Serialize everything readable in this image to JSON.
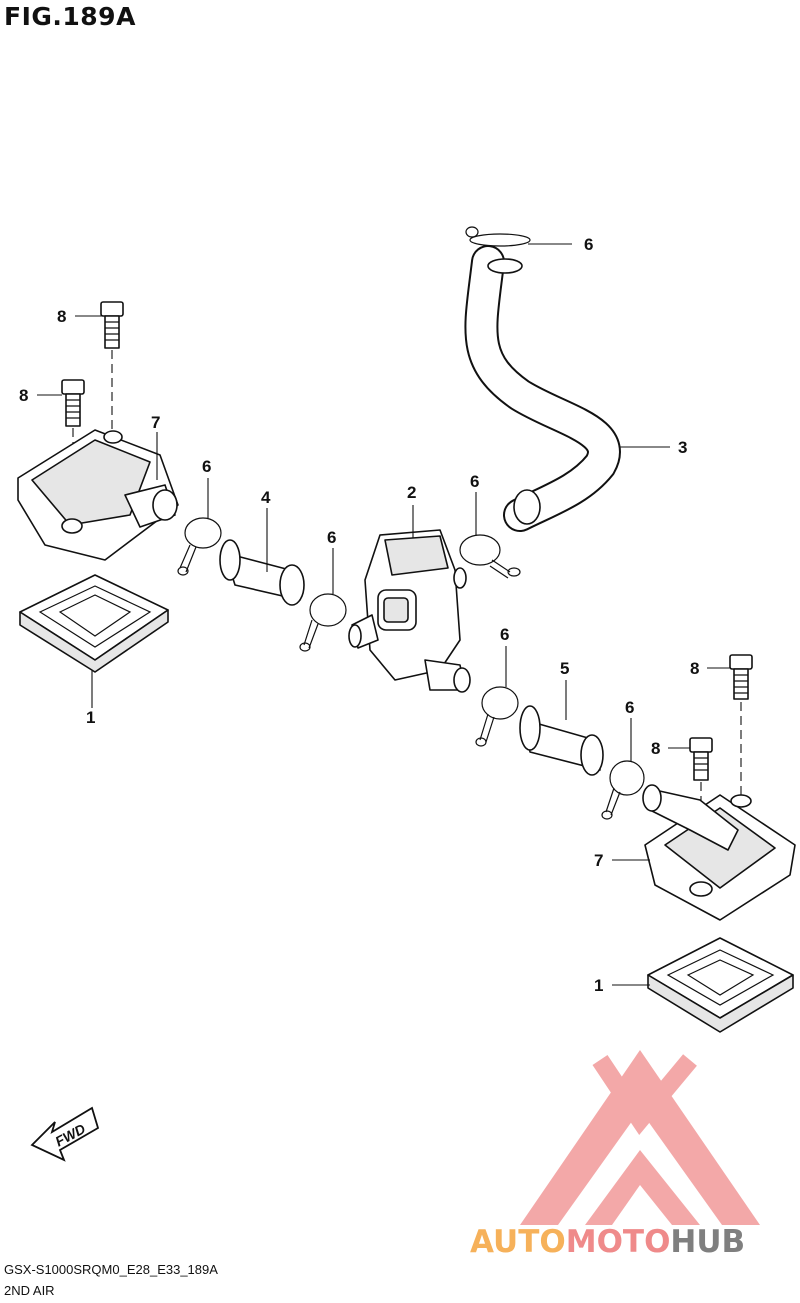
{
  "figure": {
    "title": "FIG.189A",
    "model_code": "GSX-S1000SRQM0_E28_E33_189A",
    "section_name": "2ND AIR"
  },
  "fwd_badge": {
    "text": "FWD",
    "icon": "fwd-arrow-icon"
  },
  "watermark": {
    "brand_parts": [
      "AUTO",
      "MOTO",
      "HUB"
    ],
    "colors": {
      "auto": "#f6b15a",
      "moto": "#ef8a8a",
      "hub": "#7f7f7f",
      "logo": "#f08a8a"
    },
    "icon": "automotohub-logo-icon"
  },
  "callouts": [
    {
      "id": "c-6-top",
      "label": "6"
    },
    {
      "id": "c-8-a",
      "label": "8"
    },
    {
      "id": "c-8-b",
      "label": "8"
    },
    {
      "id": "c-7-left",
      "label": "7"
    },
    {
      "id": "c-3",
      "label": "3"
    },
    {
      "id": "c-6-a",
      "label": "6"
    },
    {
      "id": "c-4",
      "label": "4"
    },
    {
      "id": "c-2",
      "label": "2"
    },
    {
      "id": "c-6-b",
      "label": "6"
    },
    {
      "id": "c-6-c",
      "label": "6"
    },
    {
      "id": "c-1-left",
      "label": "1"
    },
    {
      "id": "c-6-d",
      "label": "6"
    },
    {
      "id": "c-5",
      "label": "5"
    },
    {
      "id": "c-8-c",
      "label": "8"
    },
    {
      "id": "c-6-e",
      "label": "6"
    },
    {
      "id": "c-8-d",
      "label": "8"
    },
    {
      "id": "c-7-right",
      "label": "7"
    },
    {
      "id": "c-1-right",
      "label": "1"
    }
  ],
  "line_color": "#111111",
  "background": "#ffffff"
}
